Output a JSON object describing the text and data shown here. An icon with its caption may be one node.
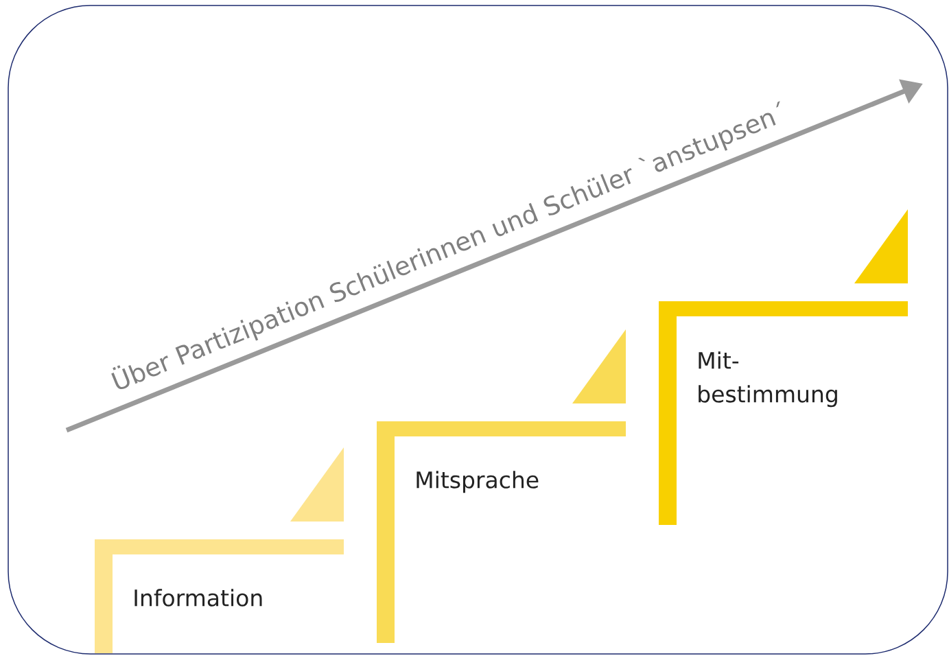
{
  "diagram": {
    "nodes": [
      {
        "text": [
          "Information"
        ]
      },
      {
        "text": [
          "Mitsprache"
        ]
      },
      {
        "text": [
          "Mit- bestimmung"
        ]
      }
    ],
    "labels": [
      "Über Partizipation Schülerinnen und Schüler `anstupsen´"
    ]
  }
}
